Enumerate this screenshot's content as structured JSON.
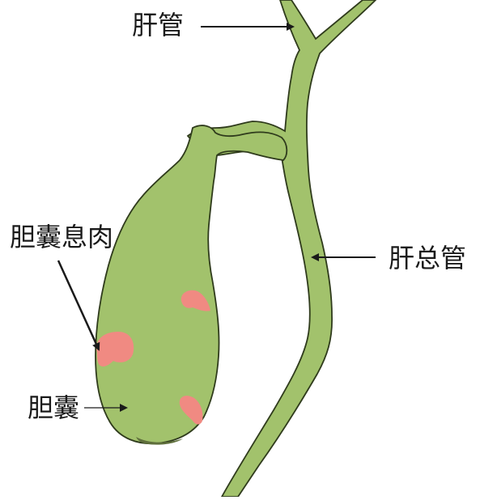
{
  "labels": {
    "hepatic_duct": "肝管",
    "common_hepatic_duct": "肝总管",
    "gallbladder_polyp": "胆囊息肉",
    "gallbladder": "胆囊"
  },
  "colors": {
    "organ_fill": "#a2c26c",
    "organ_outline": "#2f3b1c",
    "organ_shadow": "#5f6f3c",
    "polyp_fill": "#f08a82",
    "text": "#1a1a1a",
    "background": "#ffffff"
  }
}
